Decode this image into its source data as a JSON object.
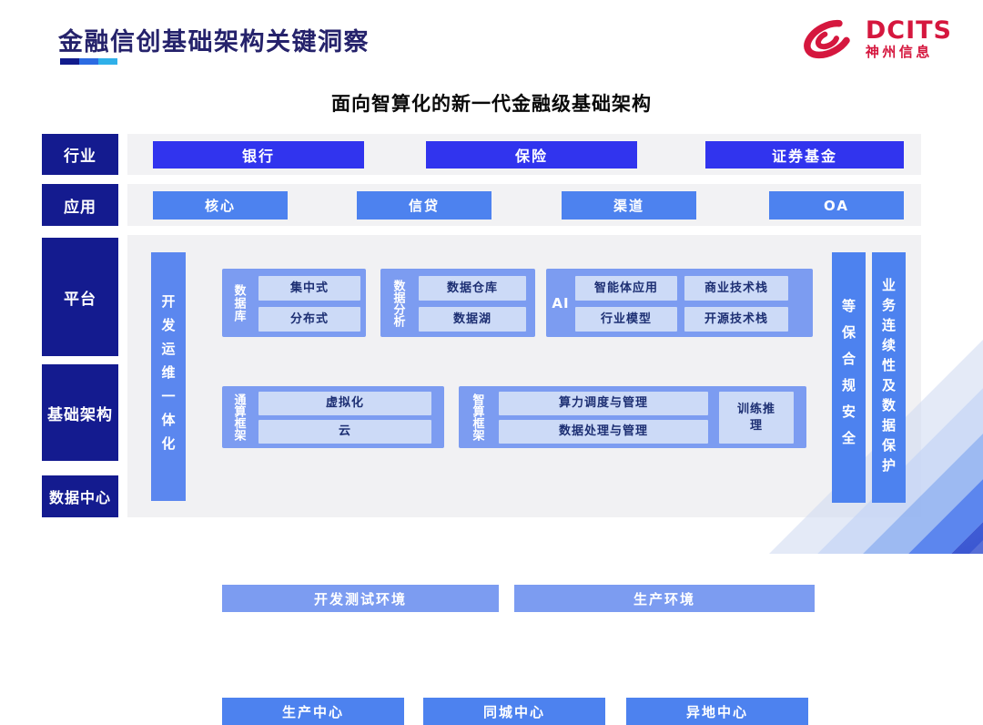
{
  "header": {
    "title": "金融信创基础架构关键洞察",
    "logo": {
      "brand": "DCITS",
      "company": "神州信息"
    }
  },
  "subtitle": "面向智算化的新一代金融级基础架构",
  "side_labels": {
    "industry": "行业",
    "application": "应用",
    "platform": "平台",
    "infrastructure": "基础架构",
    "datacenter": "数据中心"
  },
  "industry_row": {
    "items": [
      "银行",
      "保险",
      "证券基金"
    ]
  },
  "application_row": {
    "items": [
      "核心",
      "信贷",
      "渠道",
      "OA"
    ]
  },
  "platform_panel": {
    "devops_bar": "开发运维一体化",
    "database_group": {
      "label": "数据库",
      "items": [
        "集中式",
        "分布式"
      ]
    },
    "analytics_group": {
      "label": "数据分析",
      "items": [
        "数据仓库",
        "数据湖"
      ]
    },
    "ai_group": {
      "label": "AI",
      "items": [
        "智能体应用",
        "商业技术栈",
        "行业模型",
        "开源技术栈"
      ]
    },
    "env_bars": [
      "开发测试环境",
      "生产环境"
    ],
    "general_compute_group": {
      "label": "通算框架",
      "items": [
        "虚拟化",
        "云"
      ]
    },
    "ai_compute_group": {
      "label": "智算框架",
      "items": [
        "算力调度与管理",
        "数据处理与管理"
      ],
      "side_item": "训练推理"
    },
    "centers": [
      "生产中心",
      "同城中心",
      "异地中心"
    ],
    "security_bar": "等保合规安全",
    "continuity_bar": "业务连续性及数据保护"
  },
  "colors": {
    "navy_label": "#141b8f",
    "title_navy": "#25226b",
    "bright_blue": "#3134ee",
    "medium_blue": "#4d82ef",
    "soft_blue": "#7c9cf1",
    "light_inner_box": "#ccdaf7",
    "inner_text_navy": "#1d2f73",
    "panel_gray": "#f1f1f3",
    "brand_red": "#d5173e",
    "underline_segments": [
      "#111b8c",
      "#2c6be2",
      "#2fb0e9"
    ]
  }
}
